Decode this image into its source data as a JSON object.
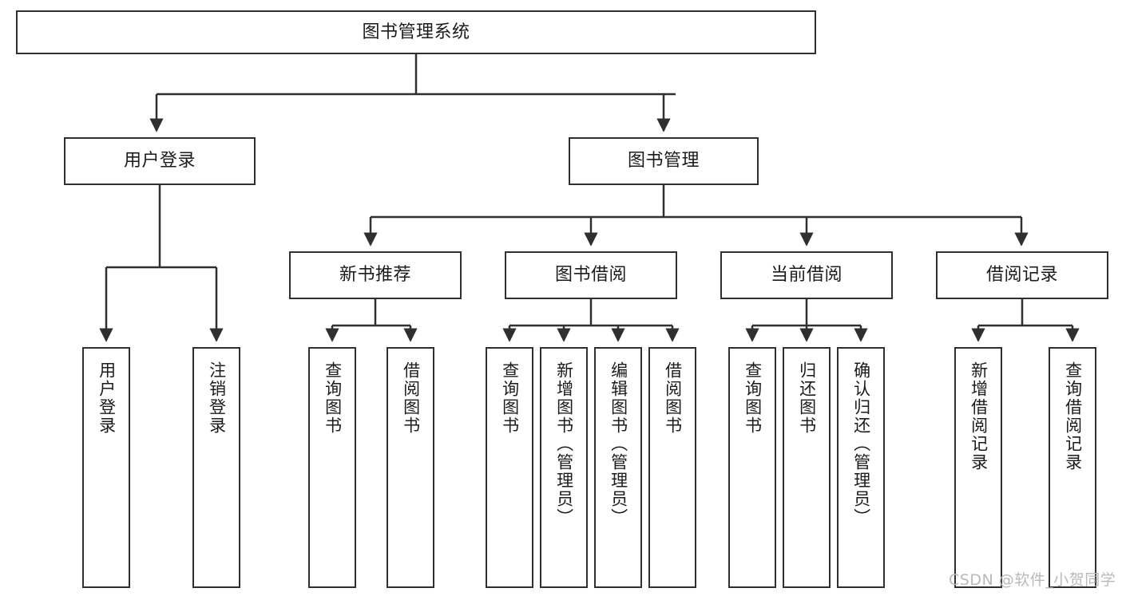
{
  "diagram": {
    "title": "图书管理系统",
    "type": "hierarchy-tree",
    "root": {
      "label": "图书管理系统"
    },
    "level2": [
      {
        "label": "用户登录"
      },
      {
        "label": "图书管理"
      }
    ],
    "level3": [
      {
        "label": "新书推荐"
      },
      {
        "label": "图书借阅"
      },
      {
        "label": "当前借阅"
      },
      {
        "label": "借阅记录"
      }
    ],
    "leaves": {
      "user_login": [
        {
          "label": "用户登录"
        },
        {
          "label": "注销登录"
        }
      ],
      "new_book_recommend": [
        {
          "label": "查询图书"
        },
        {
          "label": "借阅图书"
        }
      ],
      "book_borrow": [
        {
          "label": "查询图书"
        },
        {
          "label": "新增图书（管理员）"
        },
        {
          "label": "编辑图书（管理员）"
        },
        {
          "label": "借阅图书"
        }
      ],
      "current_borrow": [
        {
          "label": "查询图书"
        },
        {
          "label": "归还图书"
        },
        {
          "label": "确认归还（管理员）"
        }
      ],
      "borrow_record": [
        {
          "label": "新增借阅记录"
        },
        {
          "label": "查询借阅记录"
        }
      ]
    }
  },
  "watermark": {
    "text": "CSDN @软件_小贺同学"
  },
  "colors": {
    "stroke": "#2f2f2f",
    "background": "#ffffff",
    "text": "#1b1b1b",
    "watermark": "#b9b9b9"
  }
}
